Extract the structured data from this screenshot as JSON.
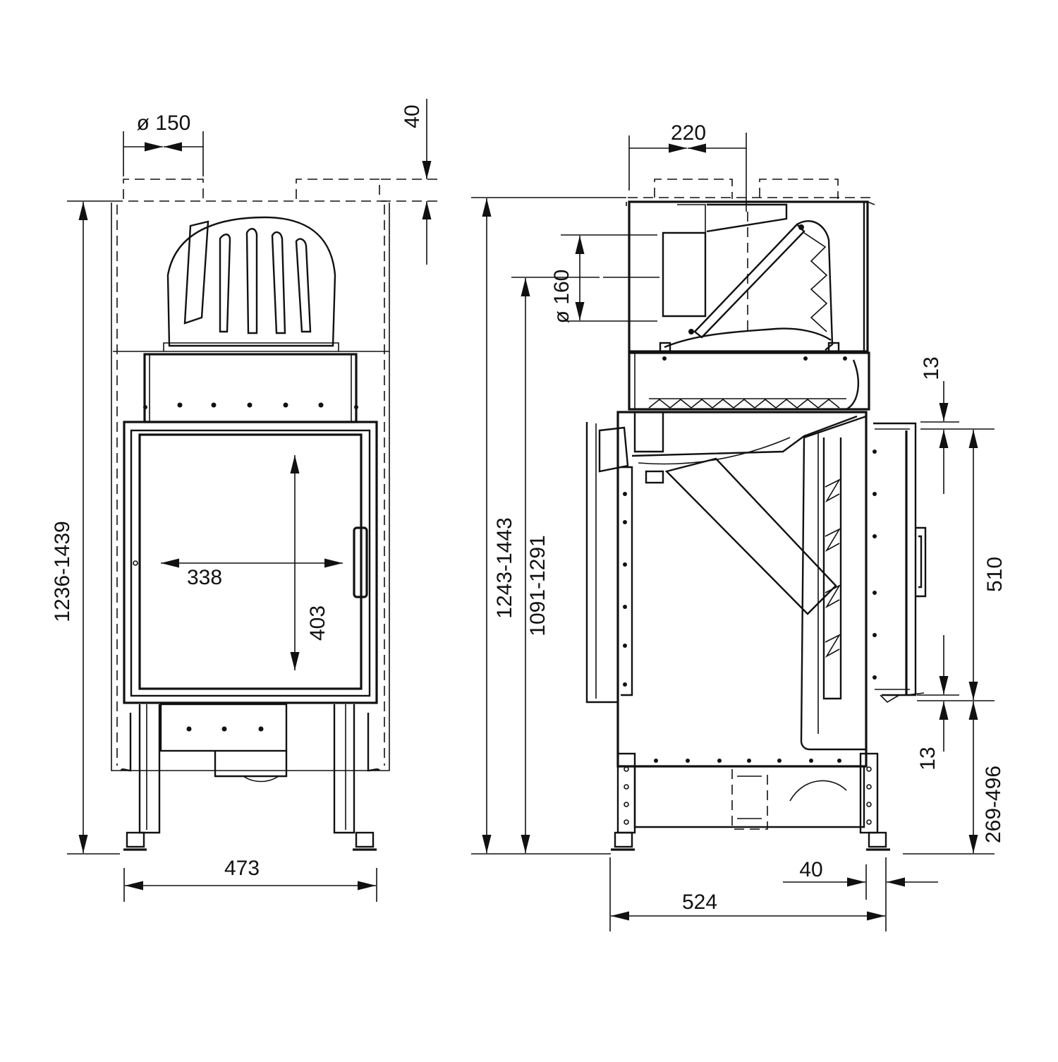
{
  "front_view": {
    "flue_diameter": "ø 150",
    "top_clearance": "40",
    "door_width": "338",
    "door_height": "403",
    "total_height": "1236-1439",
    "total_width": "473"
  },
  "side_view": {
    "outlet_offset": "220",
    "side_flue_diameter": "ø 160",
    "total_height": "1243-1443",
    "side_outlet_height": "1091-1291",
    "gap_top": "13",
    "glass_height": "510",
    "gap_bottom": "13",
    "floor_to_glass": "269-496",
    "total_depth": "524",
    "door_projection": "40"
  }
}
